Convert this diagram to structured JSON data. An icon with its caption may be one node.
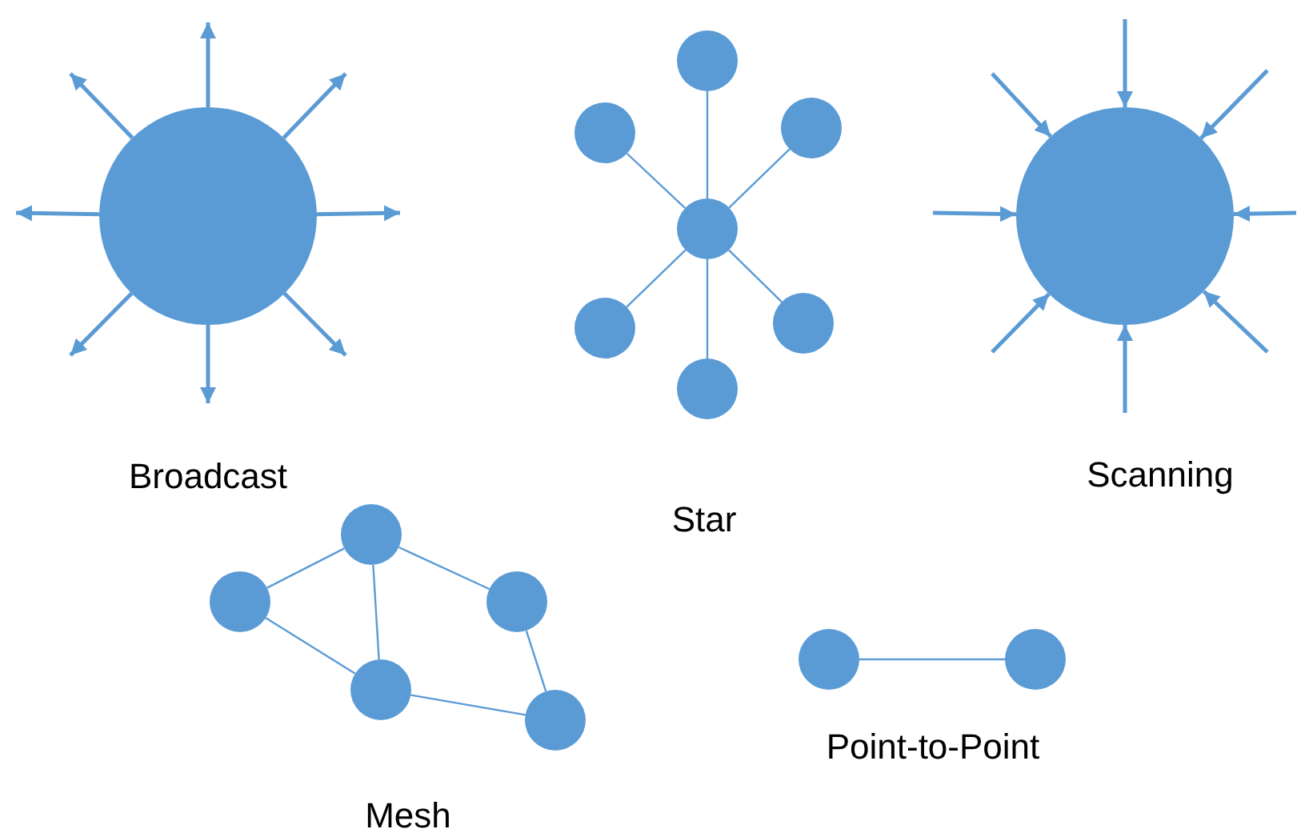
{
  "diagram": {
    "nodes": [
      {
        "text": [],
        "shape": "circle"
      },
      {
        "text": [],
        "shape": "circle"
      },
      {
        "text": [],
        "shape": "circle"
      },
      {
        "text": [],
        "shape": "circle"
      },
      {
        "text": [],
        "shape": "circle"
      },
      {
        "text": [],
        "shape": "circle"
      },
      {
        "text": [],
        "shape": "circle"
      },
      {
        "text": [],
        "shape": "circle"
      },
      {
        "text": [],
        "shape": "circle"
      },
      {
        "text": [],
        "shape": "circle"
      },
      {
        "text": [],
        "shape": "circle"
      },
      {
        "text": [],
        "shape": "circle"
      },
      {
        "text": [],
        "shape": "circle"
      },
      {
        "text": [],
        "shape": "circle"
      },
      {
        "text": [],
        "shape": "circle"
      },
      {
        "text": [],
        "shape": "circle"
      }
    ],
    "edges": [
      {
        "from": 0,
        "to": null,
        "arrow": "to"
      },
      {
        "from": 0,
        "to": null,
        "arrow": "to"
      },
      {
        "from": 0,
        "to": null,
        "arrow": "to"
      },
      {
        "from": 0,
        "to": null,
        "arrow": "to"
      },
      {
        "from": 0,
        "to": null,
        "arrow": "to"
      },
      {
        "from": 0,
        "to": null,
        "arrow": "to"
      },
      {
        "from": 0,
        "to": null,
        "arrow": "to"
      },
      {
        "from": 0,
        "to": null,
        "arrow": "to"
      },
      {
        "from": 4,
        "to": 1,
        "arrow": "none"
      },
      {
        "from": 4,
        "to": 2,
        "arrow": "none"
      },
      {
        "from": 4,
        "to": 3,
        "arrow": "none"
      },
      {
        "from": 4,
        "to": 5,
        "arrow": "none"
      },
      {
        "from": 4,
        "to": 6,
        "arrow": "none"
      },
      {
        "from": 4,
        "to": 7,
        "arrow": "none"
      },
      {
        "from": null,
        "to": 8,
        "arrow": "to"
      },
      {
        "from": null,
        "to": 8,
        "arrow": "to"
      },
      {
        "from": null,
        "to": 8,
        "arrow": "to"
      },
      {
        "from": null,
        "to": 8,
        "arrow": "to"
      },
      {
        "from": null,
        "to": 8,
        "arrow": "to"
      },
      {
        "from": null,
        "to": 8,
        "arrow": "to"
      },
      {
        "from": null,
        "to": 8,
        "arrow": "to"
      },
      {
        "from": null,
        "to": 8,
        "arrow": "to"
      },
      {
        "from": 10,
        "to": 9,
        "arrow": "none"
      },
      {
        "from": 10,
        "to": 12,
        "arrow": "none"
      },
      {
        "from": 9,
        "to": 11,
        "arrow": "none"
      },
      {
        "from": 9,
        "to": 12,
        "arrow": "none"
      },
      {
        "from": 11,
        "to": 13,
        "arrow": "none"
      },
      {
        "from": 12,
        "to": 13,
        "arrow": "none"
      },
      {
        "from": 14,
        "to": 15,
        "arrow": "none"
      }
    ],
    "labels": [
      "Broadcast",
      "Scanning",
      "Star",
      "Point-to-Point",
      "Mesh"
    ]
  }
}
